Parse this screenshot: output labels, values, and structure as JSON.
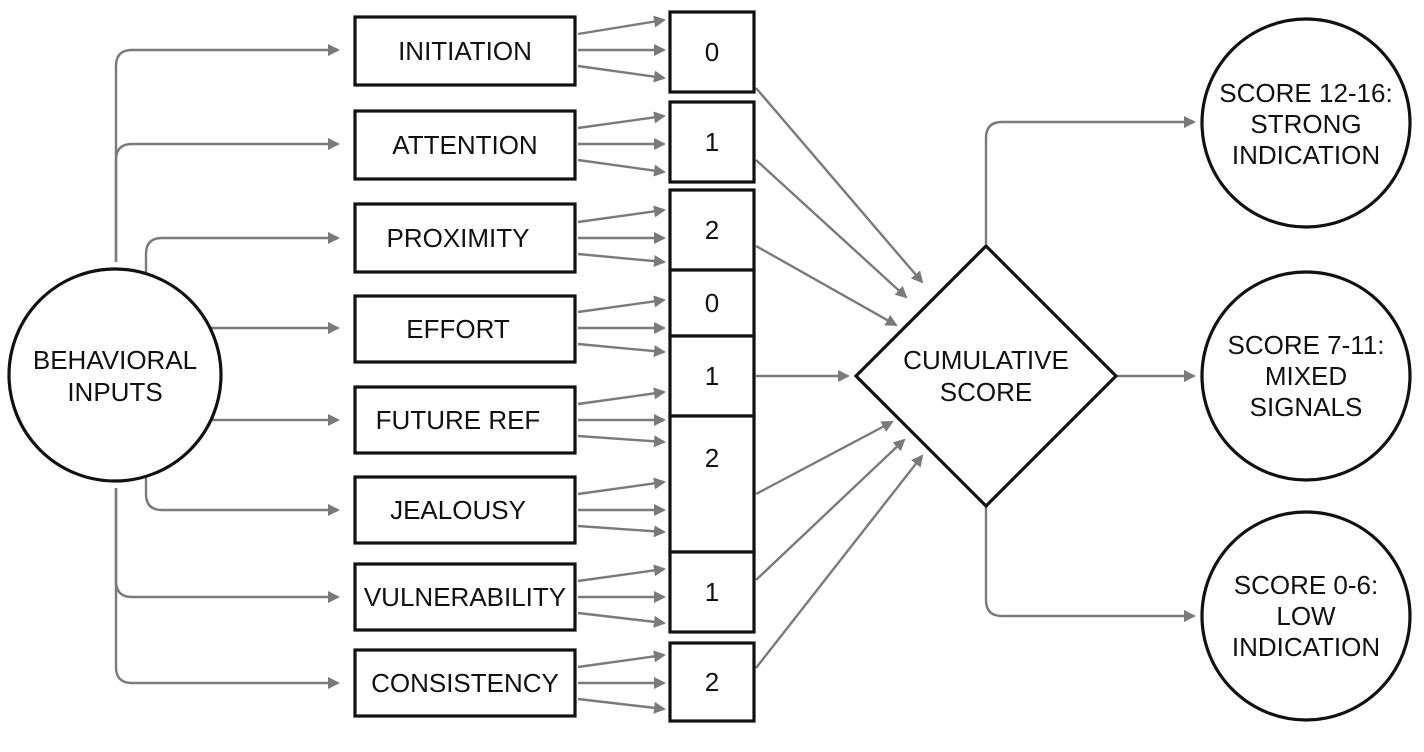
{
  "source": {
    "label_line1": "BEHAVIORAL",
    "label_line2": "INPUTS"
  },
  "factors": [
    {
      "label": "INITIATION"
    },
    {
      "label": "ATTENTION"
    },
    {
      "label": "PROXIMITY"
    },
    {
      "label": "EFFORT"
    },
    {
      "label": "FUTURE REF"
    },
    {
      "label": "JEALOUSY"
    },
    {
      "label": "VULNERABILITY"
    },
    {
      "label": "CONSISTENCY"
    }
  ],
  "scores": [
    {
      "value": "0"
    },
    {
      "value": "1"
    },
    {
      "value": "2"
    },
    {
      "value": "0"
    },
    {
      "value": "1"
    },
    {
      "value": "2"
    },
    {
      "value": "1"
    },
    {
      "value": "2"
    }
  ],
  "aggregator": {
    "label_line1": "CUMULATIVE",
    "label_line2": "SCORE"
  },
  "outcomes": [
    {
      "line1": "SCORE 12-16:",
      "line2": "STRONG",
      "line3": "INDICATION"
    },
    {
      "line1": "SCORE 7-11:",
      "line2": "MIXED",
      "line3": "SIGNALS"
    },
    {
      "line1": "SCORE 0-6:",
      "line2": "LOW",
      "line3": "INDICATION"
    }
  ],
  "colors": {
    "stroke": "#111111",
    "connector": "#7a7a7a",
    "background": "#ffffff"
  }
}
